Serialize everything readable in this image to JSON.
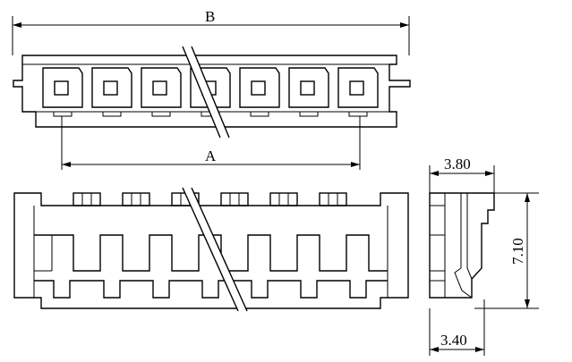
{
  "drawing": {
    "labels": {
      "dim_b": "B",
      "dim_a": "A",
      "dim_depth": "3.80",
      "dim_height": "7.10",
      "dim_base": "3.40"
    }
  }
}
